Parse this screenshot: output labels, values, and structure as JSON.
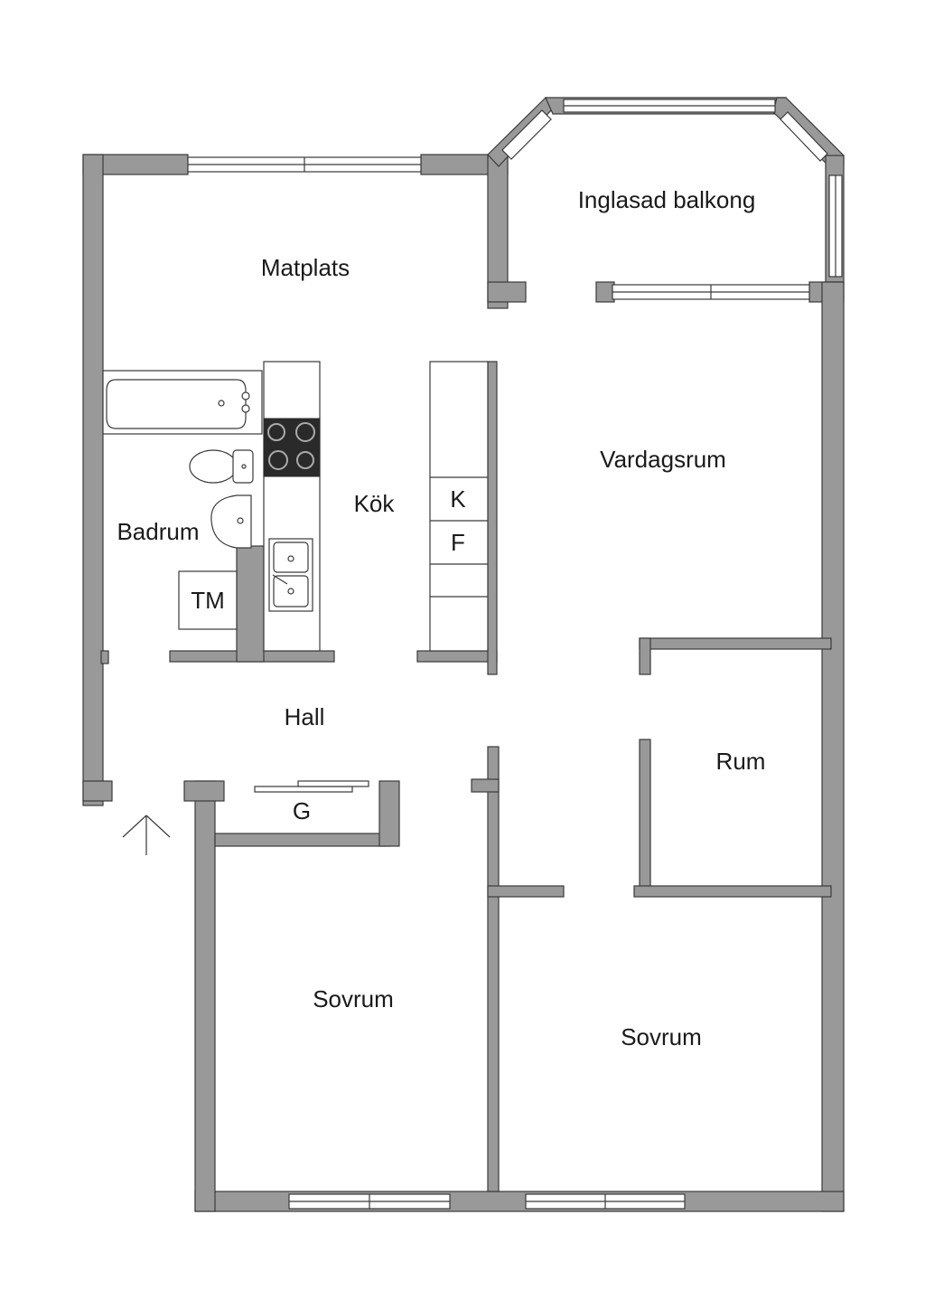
{
  "rooms": {
    "matplats": "Matplats",
    "balkong": "Inglasad balkong",
    "vardagsrum": "Vardagsrum",
    "kok": "Kök",
    "badrum": "Badrum",
    "hall": "Hall",
    "rum": "Rum",
    "sovrum_left": "Sovrum",
    "sovrum_right": "Sovrum"
  },
  "fixtures": {
    "fridge": "K",
    "freezer": "F",
    "washer": "TM",
    "wardrobe": "G"
  },
  "colors": {
    "wall": "#999999",
    "outline": "#3a3a3a",
    "background": "#ffffff"
  },
  "icons": {
    "entrance": "entrance-arrow-icon"
  }
}
